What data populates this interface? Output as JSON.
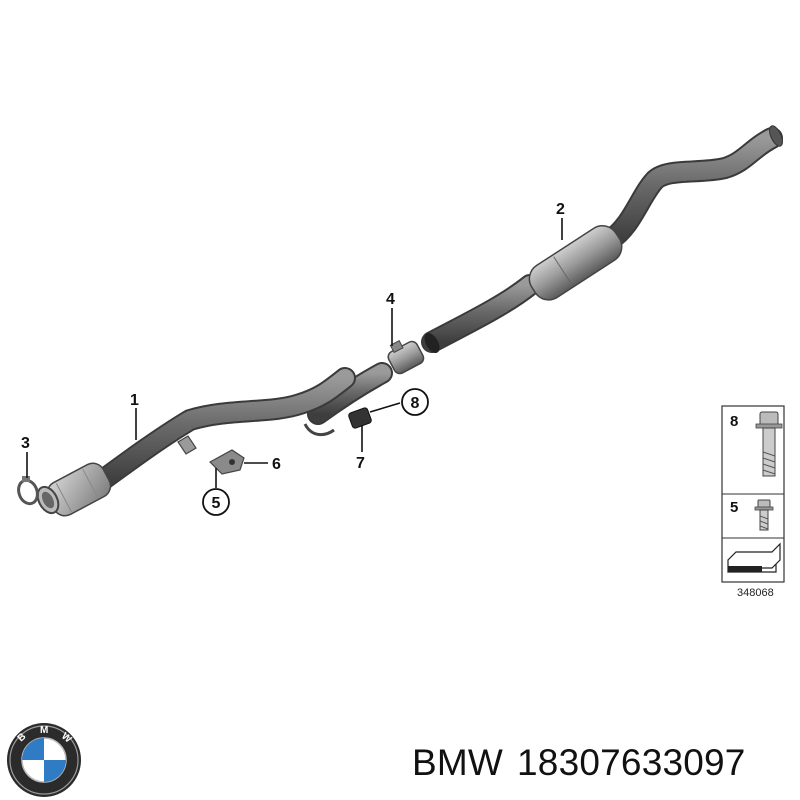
{
  "callouts": {
    "c1": "1",
    "c2": "2",
    "c3": "3",
    "c4": "4",
    "c5": "5",
    "c6": "6",
    "c7": "7",
    "c8": "8"
  },
  "legend": {
    "item_bolt_long": "8",
    "item_bolt_short": "5",
    "reference_code": "348068"
  },
  "logo": {
    "text": "BMW"
  },
  "caption": {
    "brand": "BMW",
    "part_number": "18307633097"
  }
}
